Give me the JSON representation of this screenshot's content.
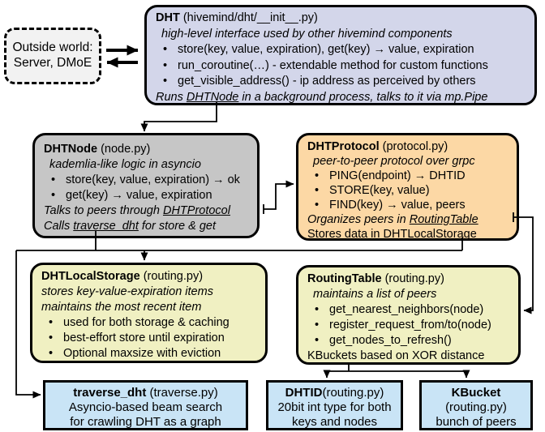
{
  "ui": {
    "bullet": "•"
  },
  "colors": {
    "border": "#000000",
    "dht_fill": "#d3d6ea",
    "dhtnode_fill": "#c6c6c6",
    "dhtprotocol_fill": "#fcd8a5",
    "dhtlocalstorage_fill": "#f0f0c2",
    "routingtable_fill": "#f0f0c2",
    "bottom_boxes_fill": "#c9e4f6",
    "outside_world_fill": "#f2f2f2"
  },
  "outside_world": {
    "line1": "Outside world:",
    "line2": "Server, DMoE"
  },
  "dht": {
    "name": "DHT",
    "file": " (hivemind/dht/__init__.py)",
    "subtitle": "high-level interface used by other hivemind components",
    "bullets": [
      "store(key, value, expiration), get(key) → value, expiration",
      "run_coroutine(…) - extendable method for custom functions",
      "get_visible_address() - ip address as perceived by others"
    ],
    "footer_pre": "Runs ",
    "footer_ref": "DHTNode",
    "footer_post": " in a background process, talks to it via mp.Pipe"
  },
  "dhtnode": {
    "name": "DHTNode",
    "file": " (node.py)",
    "subtitle": "kademlia-like logic in asyncio",
    "bullets": [
      "store(key, value, expiration) → ok",
      "get(key) → value, expiration"
    ],
    "note1_pre": "Talks to peers through ",
    "note1_ref": "DHTProtocol",
    "note2_pre": "Calls ",
    "note2_ref": "traverse_dht",
    "note2_post": " for store & get"
  },
  "dhtprotocol": {
    "name": "DHTProtocol",
    "file": " (protocol.py)",
    "subtitle": "peer-to-peer protocol over grpc",
    "bullets": [
      "PING(endpoint) → DHTID",
      "STORE(key, value)",
      "FIND(key) → value, peers"
    ],
    "note1_pre": "Organizes peers in ",
    "note1_ref": "RoutingTable",
    "note2_pre": "Stores data in DHT",
    "note2_ref": "LocalStorage"
  },
  "dhtlocalstorage": {
    "name": "DHTLocalStorage",
    "file": " (routing.py)",
    "subtitle1": "stores key-value-expiration items",
    "subtitle2": "maintains the most recent item",
    "bullets": [
      "used for both storage & caching",
      "best-effort store until expiration",
      "Optional maxsize with eviction"
    ]
  },
  "routingtable": {
    "name": "RoutingTable",
    "file": " (routing.py)",
    "subtitle": "maintains a list of peers",
    "bullets": [
      "get_nearest_neighbors(node)",
      "register_request_from/to(node)",
      "get_nodes_to_refresh()"
    ],
    "footer": "KBuckets based on XOR distance"
  },
  "traverse_dht": {
    "name": "traverse_dht",
    "file": " (traverse.py)",
    "line2": "Asyncio-based beam search",
    "line3": "for crawling DHT as a graph"
  },
  "dhtid": {
    "name": "DHTID",
    "file": "(routing.py)",
    "line2": "20bit int type for both",
    "line3": "keys and nodes"
  },
  "kbucket": {
    "name": "KBucket",
    "file": "(routing.py)",
    "line3": "bunch of peers"
  }
}
